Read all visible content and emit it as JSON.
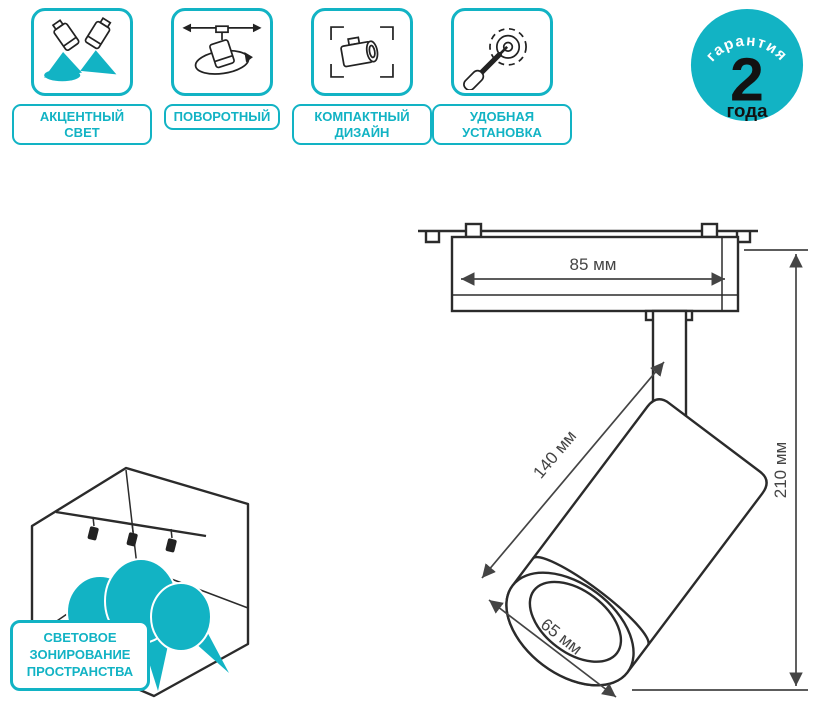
{
  "colors": {
    "accent": "#12b3c4",
    "ink": "#2b2b2b",
    "dim": "#444444"
  },
  "features": [
    {
      "icon": "accent-light-icon",
      "label": "АКЦЕНТНЫЙ СВЕТ"
    },
    {
      "icon": "rotatable-icon",
      "label": "ПОВОРОТНЫЙ"
    },
    {
      "icon": "compact-design-icon",
      "label": "КОМПАКТНЫЙ ДИЗАЙН"
    },
    {
      "icon": "easy-install-icon",
      "label": "УДОБНАЯ УСТАНОВКА"
    }
  ],
  "warranty": {
    "arc_text": "гарантия",
    "value": "2",
    "unit": "года"
  },
  "dimensions": {
    "track_width": "85 мм",
    "body_length": "140 мм",
    "total_height": "210 мм",
    "diameter": "65 мм"
  },
  "zoning": {
    "label": "СВЕТОВОЕ ЗОНИРОВАНИЕ ПРОСТРАНСТВА"
  }
}
